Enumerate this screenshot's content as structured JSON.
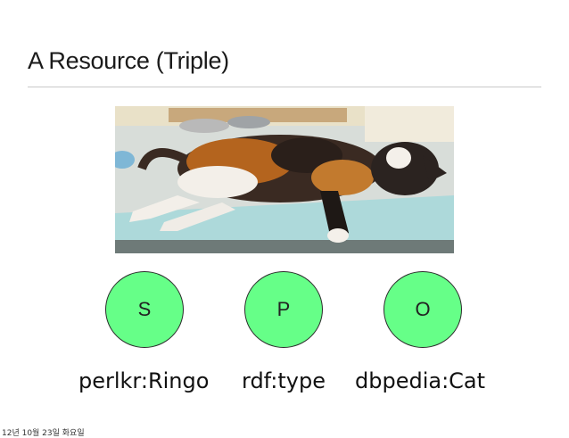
{
  "slide": {
    "title": "A Resource (Triple)",
    "footer_date": "12년 10월 23일 화요일"
  },
  "photo": {
    "subject": "calico cat lying on a table"
  },
  "triple": {
    "subject": {
      "node_label": "S",
      "term": "perlkr:Ringo"
    },
    "predicate": {
      "node_label": "P",
      "term": "rdf:type"
    },
    "object": {
      "node_label": "O",
      "term": "dbpedia:Cat"
    }
  },
  "colors": {
    "node_fill": "#66ff88",
    "node_stroke": "#2b2b2b",
    "rule": "#c9c9c9"
  }
}
